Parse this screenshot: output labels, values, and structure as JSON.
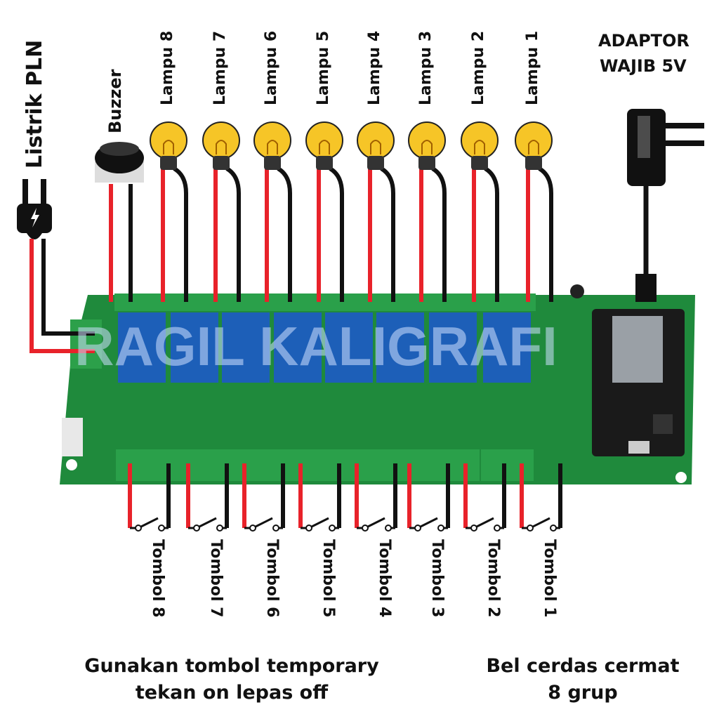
{
  "labels": {
    "power": "Listrik PLN",
    "buzzer": "Buzzer",
    "adaptor_line1": "ADAPTOR",
    "adaptor_line2": "WAJIB 5V",
    "watermark": "RAGIL KALIGRAFI"
  },
  "lamps": [
    "Lampu 8",
    "Lampu 7",
    "Lampu 6",
    "Lampu 5",
    "Lampu 4",
    "Lampu 3",
    "Lampu 2",
    "Lampu 1"
  ],
  "buttons": [
    "Tombol 8",
    "Tombol 7",
    "Tombol 6",
    "Tombol 5",
    "Tombol 4",
    "Tombol 3",
    "Tombol 2",
    "Tombol 1"
  ],
  "captions": {
    "left_line1": "Gunakan tombol temporary",
    "left_line2": "tekan on lepas off",
    "right_line1": "Bel cerdas cermat",
    "right_line2": "8 grup"
  },
  "colors": {
    "board": "#1f8a3c",
    "relay": "#1d5fb8",
    "wire_live": "#e8222a",
    "wire_neutral": "#111111",
    "bulb": "#f6c527",
    "esp32": "#1a1a1a"
  }
}
